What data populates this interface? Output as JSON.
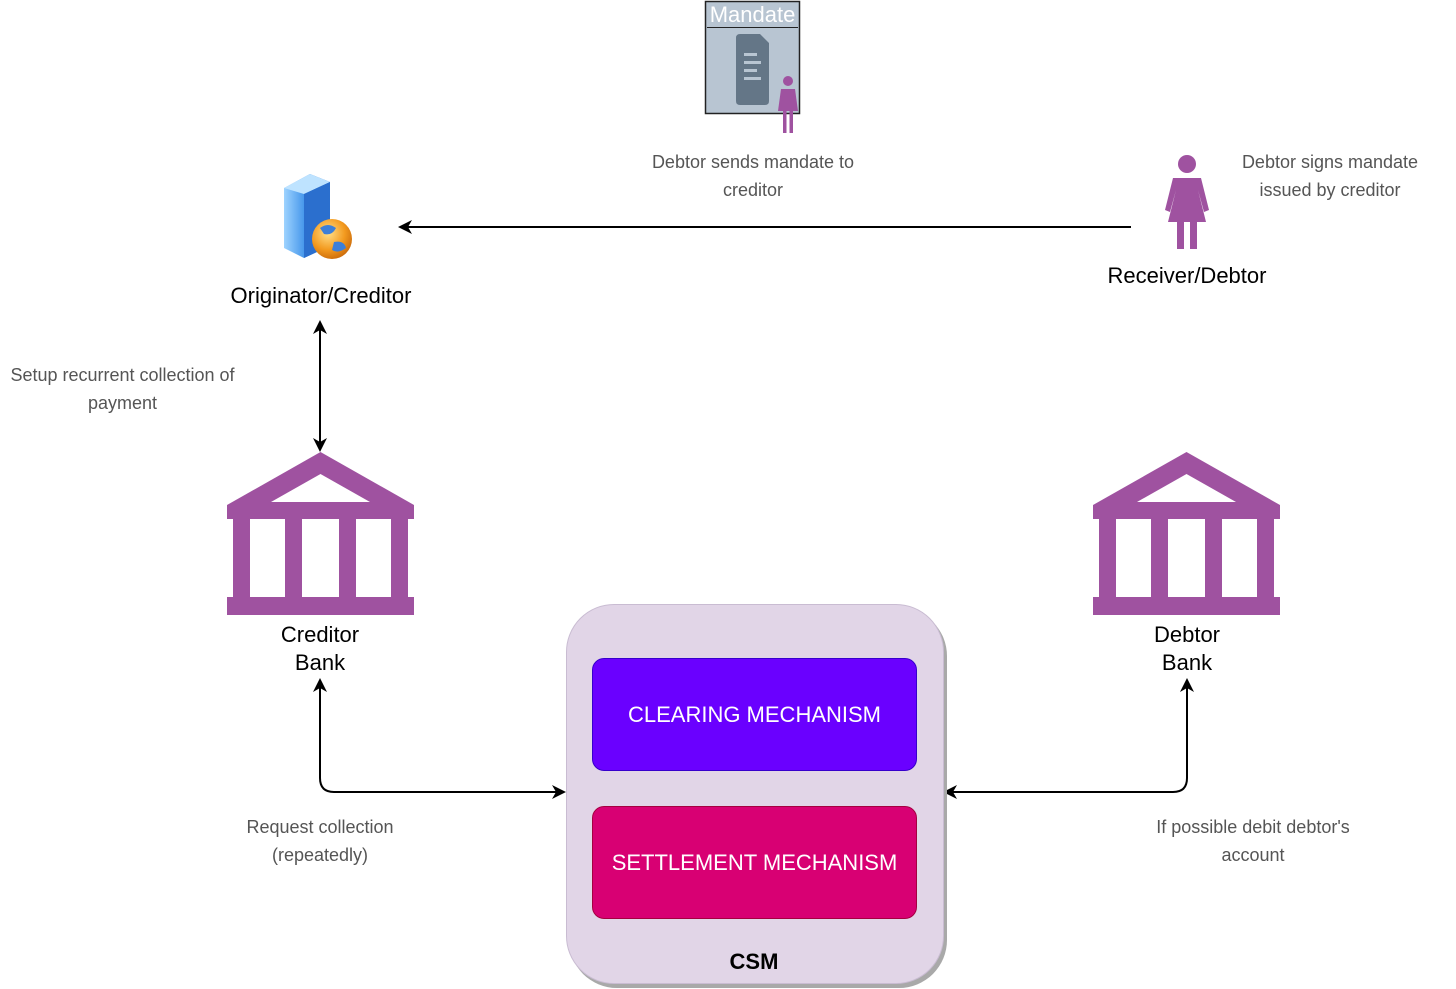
{
  "nodes": {
    "mandate": {
      "title": "Mandate"
    },
    "originator": {
      "label": "Originator/Creditor"
    },
    "receiver": {
      "label": "Receiver/Debtor"
    },
    "creditor_bank": {
      "line1": "Creditor",
      "line2": "Bank"
    },
    "debtor_bank": {
      "line1": "Debtor",
      "line2": "Bank"
    },
    "csm": {
      "label": "CSM",
      "clearing": "CLEARING MECHANISM",
      "settlement": "SETTLEMENT MECHANISM"
    }
  },
  "notes": {
    "debtor_sends": {
      "line1": "Debtor sends mandate to",
      "line2": "creditor"
    },
    "debtor_signs": {
      "line1": "Debtor signs mandate",
      "line2": "issued by creditor"
    },
    "setup": {
      "line1": "Setup recurrent collection of",
      "line2": "payment"
    },
    "request": {
      "line1": "Request collection",
      "line2": "(repeatedly)"
    },
    "debit": {
      "line1": "If possible debit  debtor's",
      "line2": "account"
    }
  },
  "colors": {
    "purple": "#9F52A0",
    "csm_bg": "#E1D5E7",
    "clearing": "#6A00FF",
    "settlement": "#D80073",
    "mandate_bg": "#B8C5D2",
    "doc_icon": "#647687"
  }
}
